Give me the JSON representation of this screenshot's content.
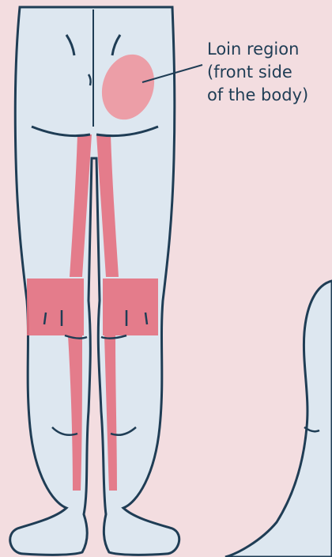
{
  "callout": {
    "lines": [
      "Loin region",
      "(front side",
      "of the body)"
    ]
  },
  "colors": {
    "background": "#f3dde0",
    "skin": "#dde7f0",
    "outline": "#1f3d55",
    "pain_band": "#e4707f",
    "loin_spot": "#ec9ea7"
  },
  "figure": {
    "description_view": "back of legs",
    "highlighted_areas": [
      "loin region",
      "back of thighs",
      "back of knees",
      "calves"
    ]
  }
}
